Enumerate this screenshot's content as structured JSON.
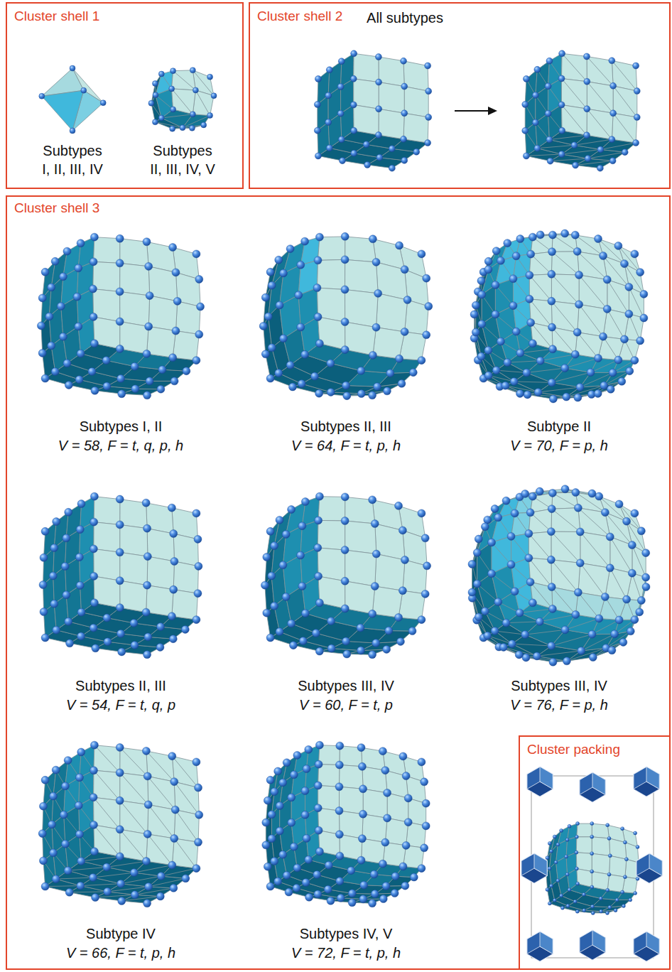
{
  "diagram": {
    "nodes": [
      {
        "text": [
          "Cluster shell 1",
          "Subtypes I, II, III, IV",
          "Subtypes II, III, IV, V"
        ]
      },
      {
        "text": [
          "Cluster shell 2",
          "All subtypes"
        ]
      },
      {
        "text": [
          "Cluster shell 3",
          "Subtypes I, II",
          "V = 58, F = t, q, p, h",
          "Subtypes II, III",
          "V = 64, F = t, p, h",
          "Subtype II",
          "V = 70, F = p, h",
          "Subtypes II, III",
          "V = 54, F = t, q, p",
          "Subtypes III, IV",
          "V = 60, F = t, p",
          "Subtypes III, IV",
          "V = 76, F = p, h",
          "Subtype IV",
          "V = 66, F = t, p, h",
          "Subtypes IV, V",
          "V = 72, F = t, p, h"
        ]
      },
      {
        "text": [
          "Cluster packing"
        ],
        "in": 2
      }
    ]
  }
}
